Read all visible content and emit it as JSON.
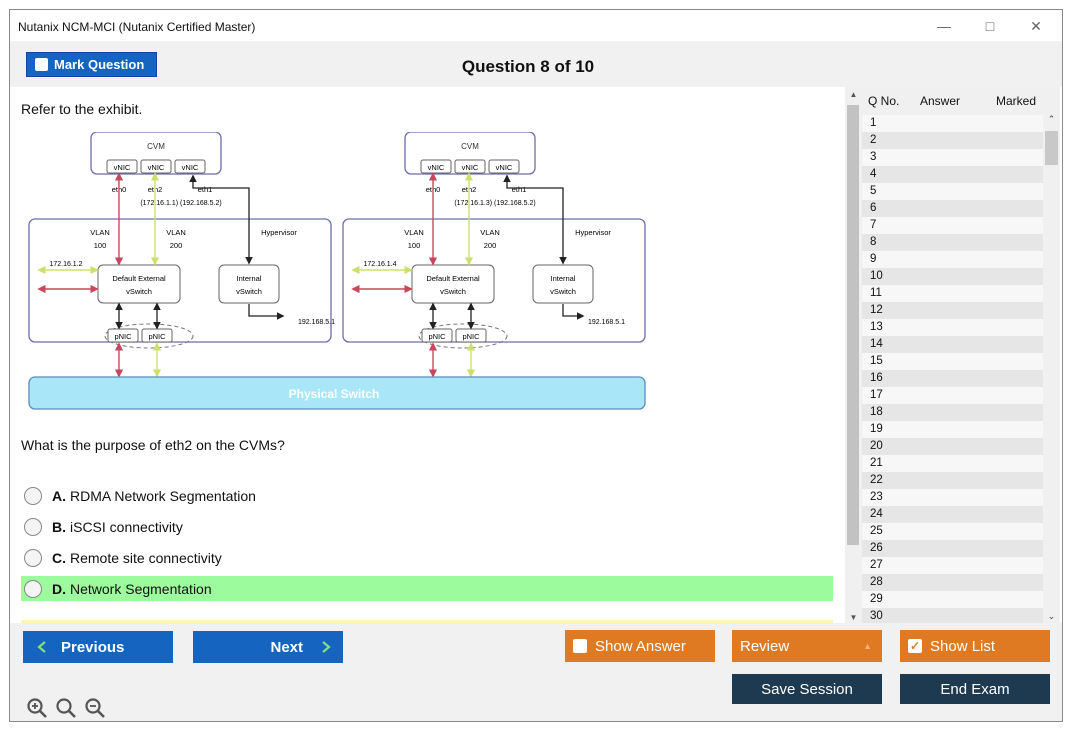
{
  "window": {
    "title": "Nutanix NCM-MCI (Nutanix Certified Master)"
  },
  "header": {
    "mark_label": "Mark Question",
    "question_title": "Question 8 of 10"
  },
  "question": {
    "stem": "Refer to the exhibit.",
    "prompt": "What is the purpose of eth2 on the CVMs?",
    "options": [
      {
        "letter": "A.",
        "text": "RDMA Network Segmentation"
      },
      {
        "letter": "B.",
        "text": "iSCSI connectivity"
      },
      {
        "letter": "C.",
        "text": "Remote site connectivity"
      },
      {
        "letter": "D.",
        "text": "Network Segmentation"
      }
    ]
  },
  "exhibit": {
    "cvm": "CVM",
    "vnic": "vNIC",
    "eth0": "eth0",
    "eth2": "eth2",
    "eth1": "eth1",
    "left_ips": "(172.16.1.1) (192.168.5.2)",
    "right_ips": "(172.16.1.3) (192.168.5.2)",
    "vlan": "VLAN",
    "vlan100": "100",
    "vlan200": "200",
    "hypervisor": "Hypervisor",
    "left_host_ip": "172.16.1.2",
    "right_host_ip": "172.16.1.4",
    "default_vswitch_1": "Default External",
    "default_vswitch_2": "vSwitch",
    "internal_vswitch_1": "Internal",
    "internal_vswitch_2": "vSwitch",
    "internal_ip": "192.168.5.1",
    "pnic": "pNIC",
    "physical_switch": "Physical Switch"
  },
  "qlist": {
    "col_qno": "Q No.",
    "col_answer": "Answer",
    "col_marked": "Marked",
    "rows": [
      "1",
      "2",
      "3",
      "4",
      "5",
      "6",
      "7",
      "8",
      "9",
      "10",
      "11",
      "12",
      "13",
      "14",
      "15",
      "16",
      "17",
      "18",
      "19",
      "20",
      "21",
      "22",
      "23",
      "24",
      "25",
      "26",
      "27",
      "28",
      "29",
      "30"
    ]
  },
  "footer": {
    "previous": "Previous",
    "next": "Next",
    "show_answer": "Show Answer",
    "review": "Review",
    "show_list": "Show List",
    "save_session": "Save Session",
    "end_exam": "End Exam"
  },
  "colors": {
    "primary_blue": "#1565c0",
    "orange": "#e07a22",
    "navy": "#1e3a50",
    "correct_green": "#9cfb9c",
    "switch_blue": "#a8e6f8",
    "red_link": "#c8475a",
    "green_link": "#cfe06a"
  }
}
